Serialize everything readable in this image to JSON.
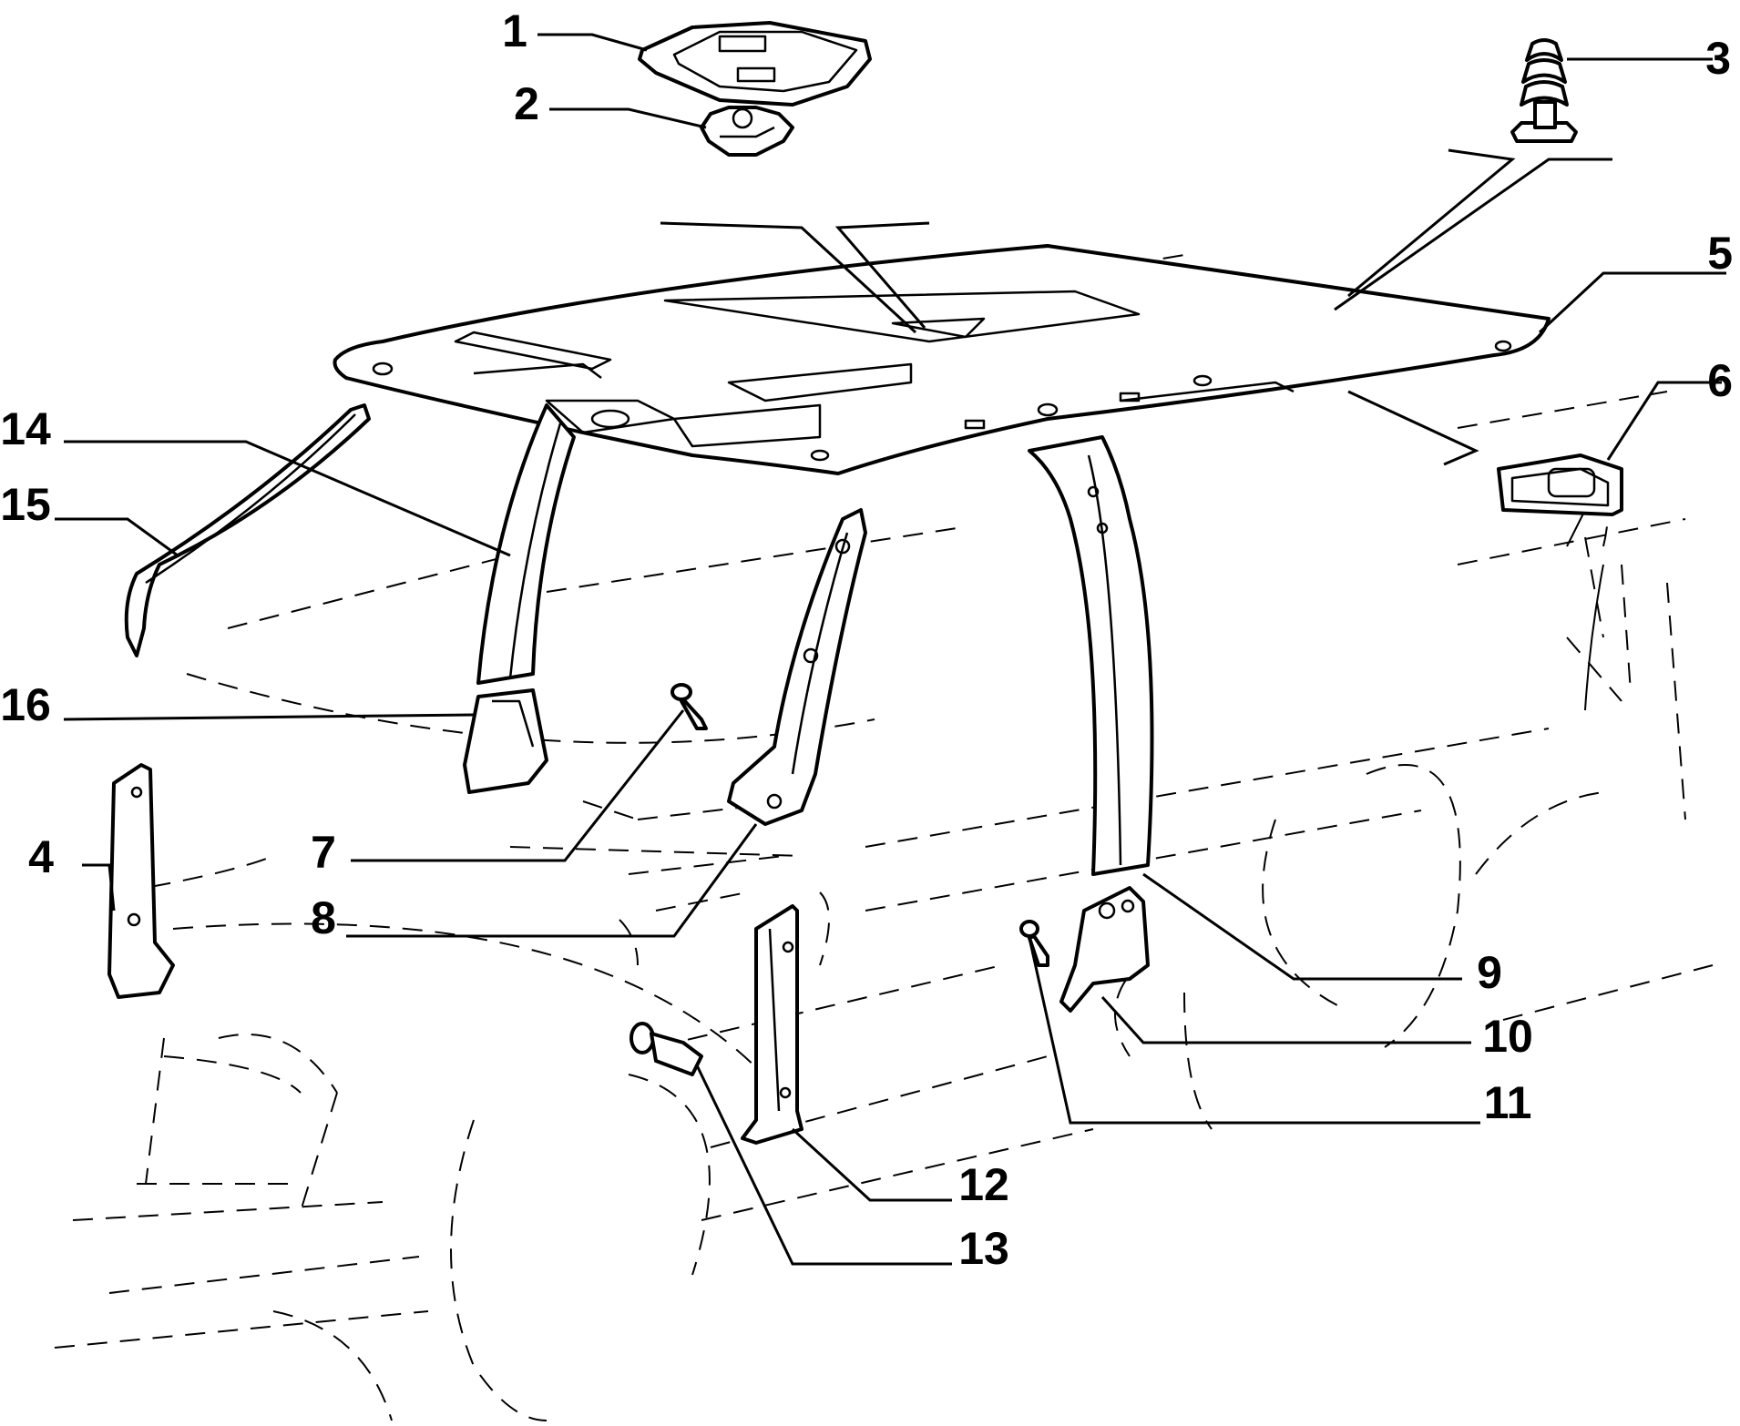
{
  "diagram": {
    "callouts": [
      {
        "id": "1",
        "label": "1"
      },
      {
        "id": "2",
        "label": "2"
      },
      {
        "id": "3",
        "label": "3"
      },
      {
        "id": "4",
        "label": "4"
      },
      {
        "id": "5",
        "label": "5"
      },
      {
        "id": "6",
        "label": "6"
      },
      {
        "id": "7",
        "label": "7"
      },
      {
        "id": "8",
        "label": "8"
      },
      {
        "id": "9",
        "label": "9"
      },
      {
        "id": "10",
        "label": "10"
      },
      {
        "id": "11",
        "label": "11"
      },
      {
        "id": "12",
        "label": "12"
      },
      {
        "id": "13",
        "label": "13"
      },
      {
        "id": "14",
        "label": "14"
      },
      {
        "id": "15",
        "label": "15"
      },
      {
        "id": "16",
        "label": "16"
      }
    ],
    "parts": [
      "roof-lining",
      "courtesy-light",
      "light-bracket",
      "push-clip",
      "a-pillar-trim",
      "windshield-seal-strip",
      "a-pillar-lower-cover",
      "a-pillar-upper-piece",
      "b-pillar-trim",
      "c-pillar-trim",
      "c-pillar-lower-cover",
      "b-pillar-lower-trim",
      "screw",
      "clip",
      "grab-handle"
    ]
  }
}
